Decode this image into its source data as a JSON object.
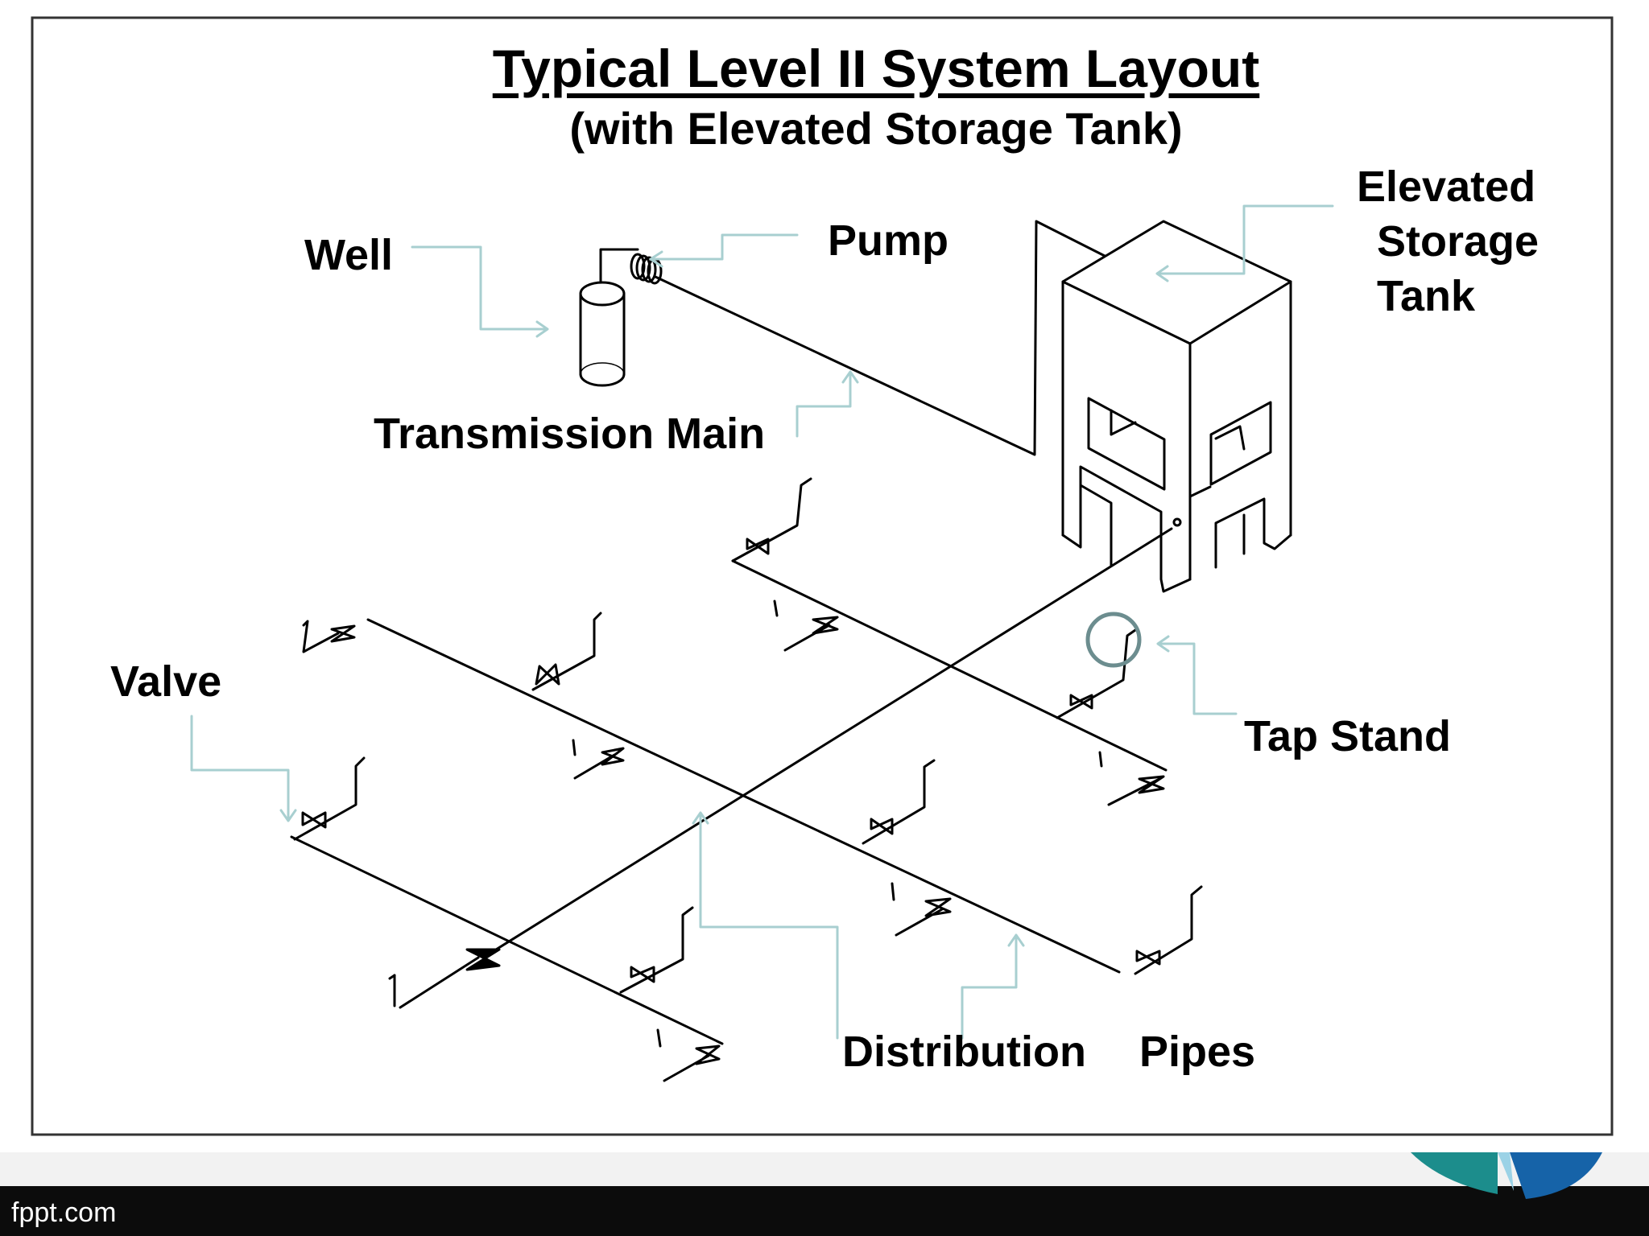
{
  "title": "Typical Level II System Layout",
  "subtitle": "(with Elevated Storage Tank)",
  "labels": {
    "well": "Well",
    "pump": "Pump",
    "transmission_main": "Transmission Main",
    "elevated_storage_tank": [
      "Elevated",
      "Storage",
      "Tank"
    ],
    "valve": "Valve",
    "tap_stand": "Tap Stand",
    "distribution": "Distribution",
    "pipes": "Pipes"
  },
  "footer": {
    "site": "fppt.com"
  },
  "colors": {
    "line": "#000000",
    "callout": "#a8cfd0",
    "tap_circle": "#6c8d8f",
    "footer_bg": "#0c0c0c",
    "logo_teal": "#1c8d8c",
    "logo_blue": "#1663a8"
  }
}
